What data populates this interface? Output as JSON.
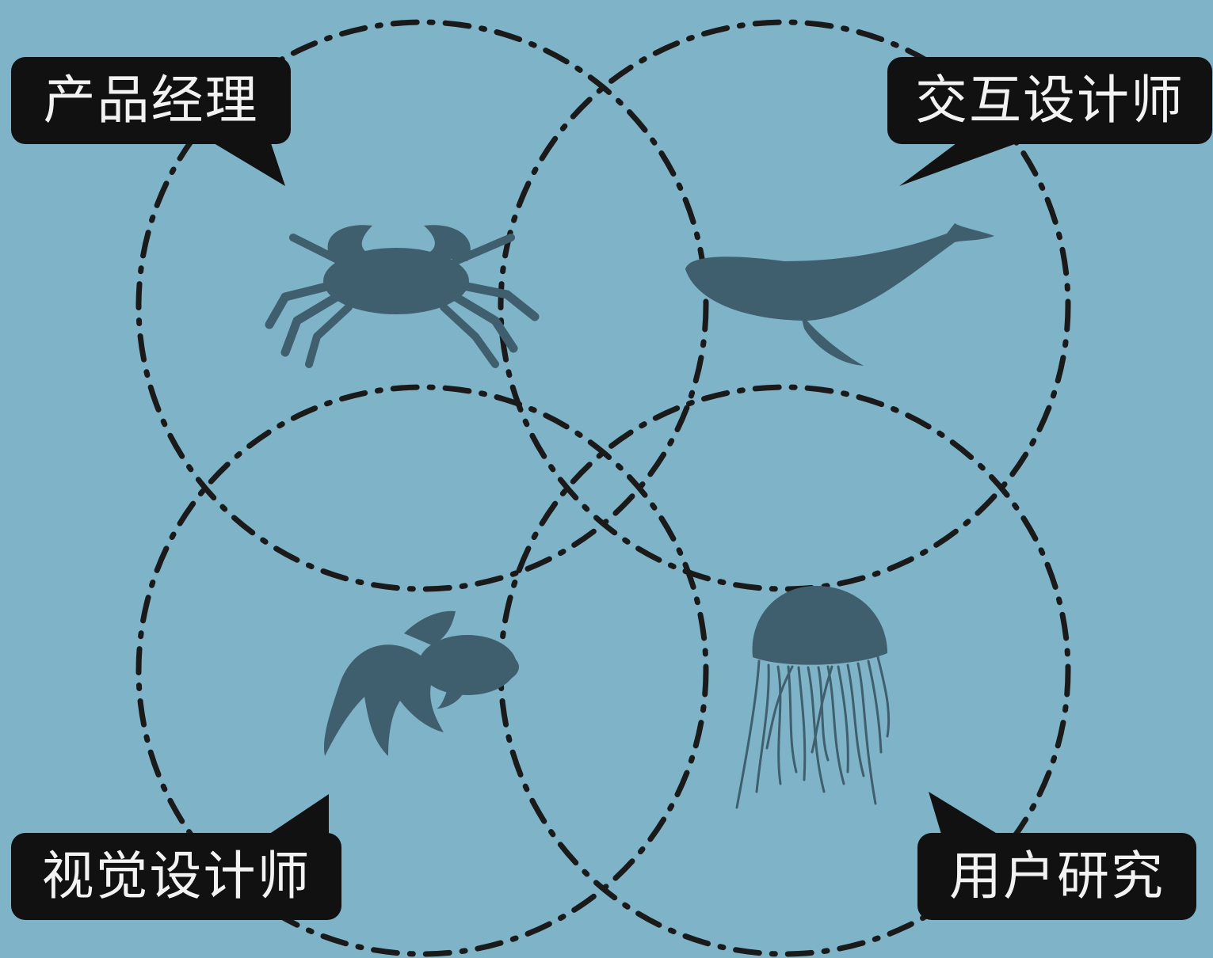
{
  "colors": {
    "background": "#7fb3c7",
    "circle_stroke": "#1a1a1a",
    "label_background": "#111111",
    "label_text": "#f2f2f2",
    "animal_fill": "#3f5f6e"
  },
  "roles": {
    "product_manager": "产品经理",
    "interaction_designer": "交互设计师",
    "visual_designer": "视觉设计师",
    "user_research": "用户研究"
  },
  "icons": {
    "product_manager": "crab-icon",
    "interaction_designer": "whale-icon",
    "visual_designer": "goldfish-icon",
    "user_research": "jellyfish-icon"
  }
}
